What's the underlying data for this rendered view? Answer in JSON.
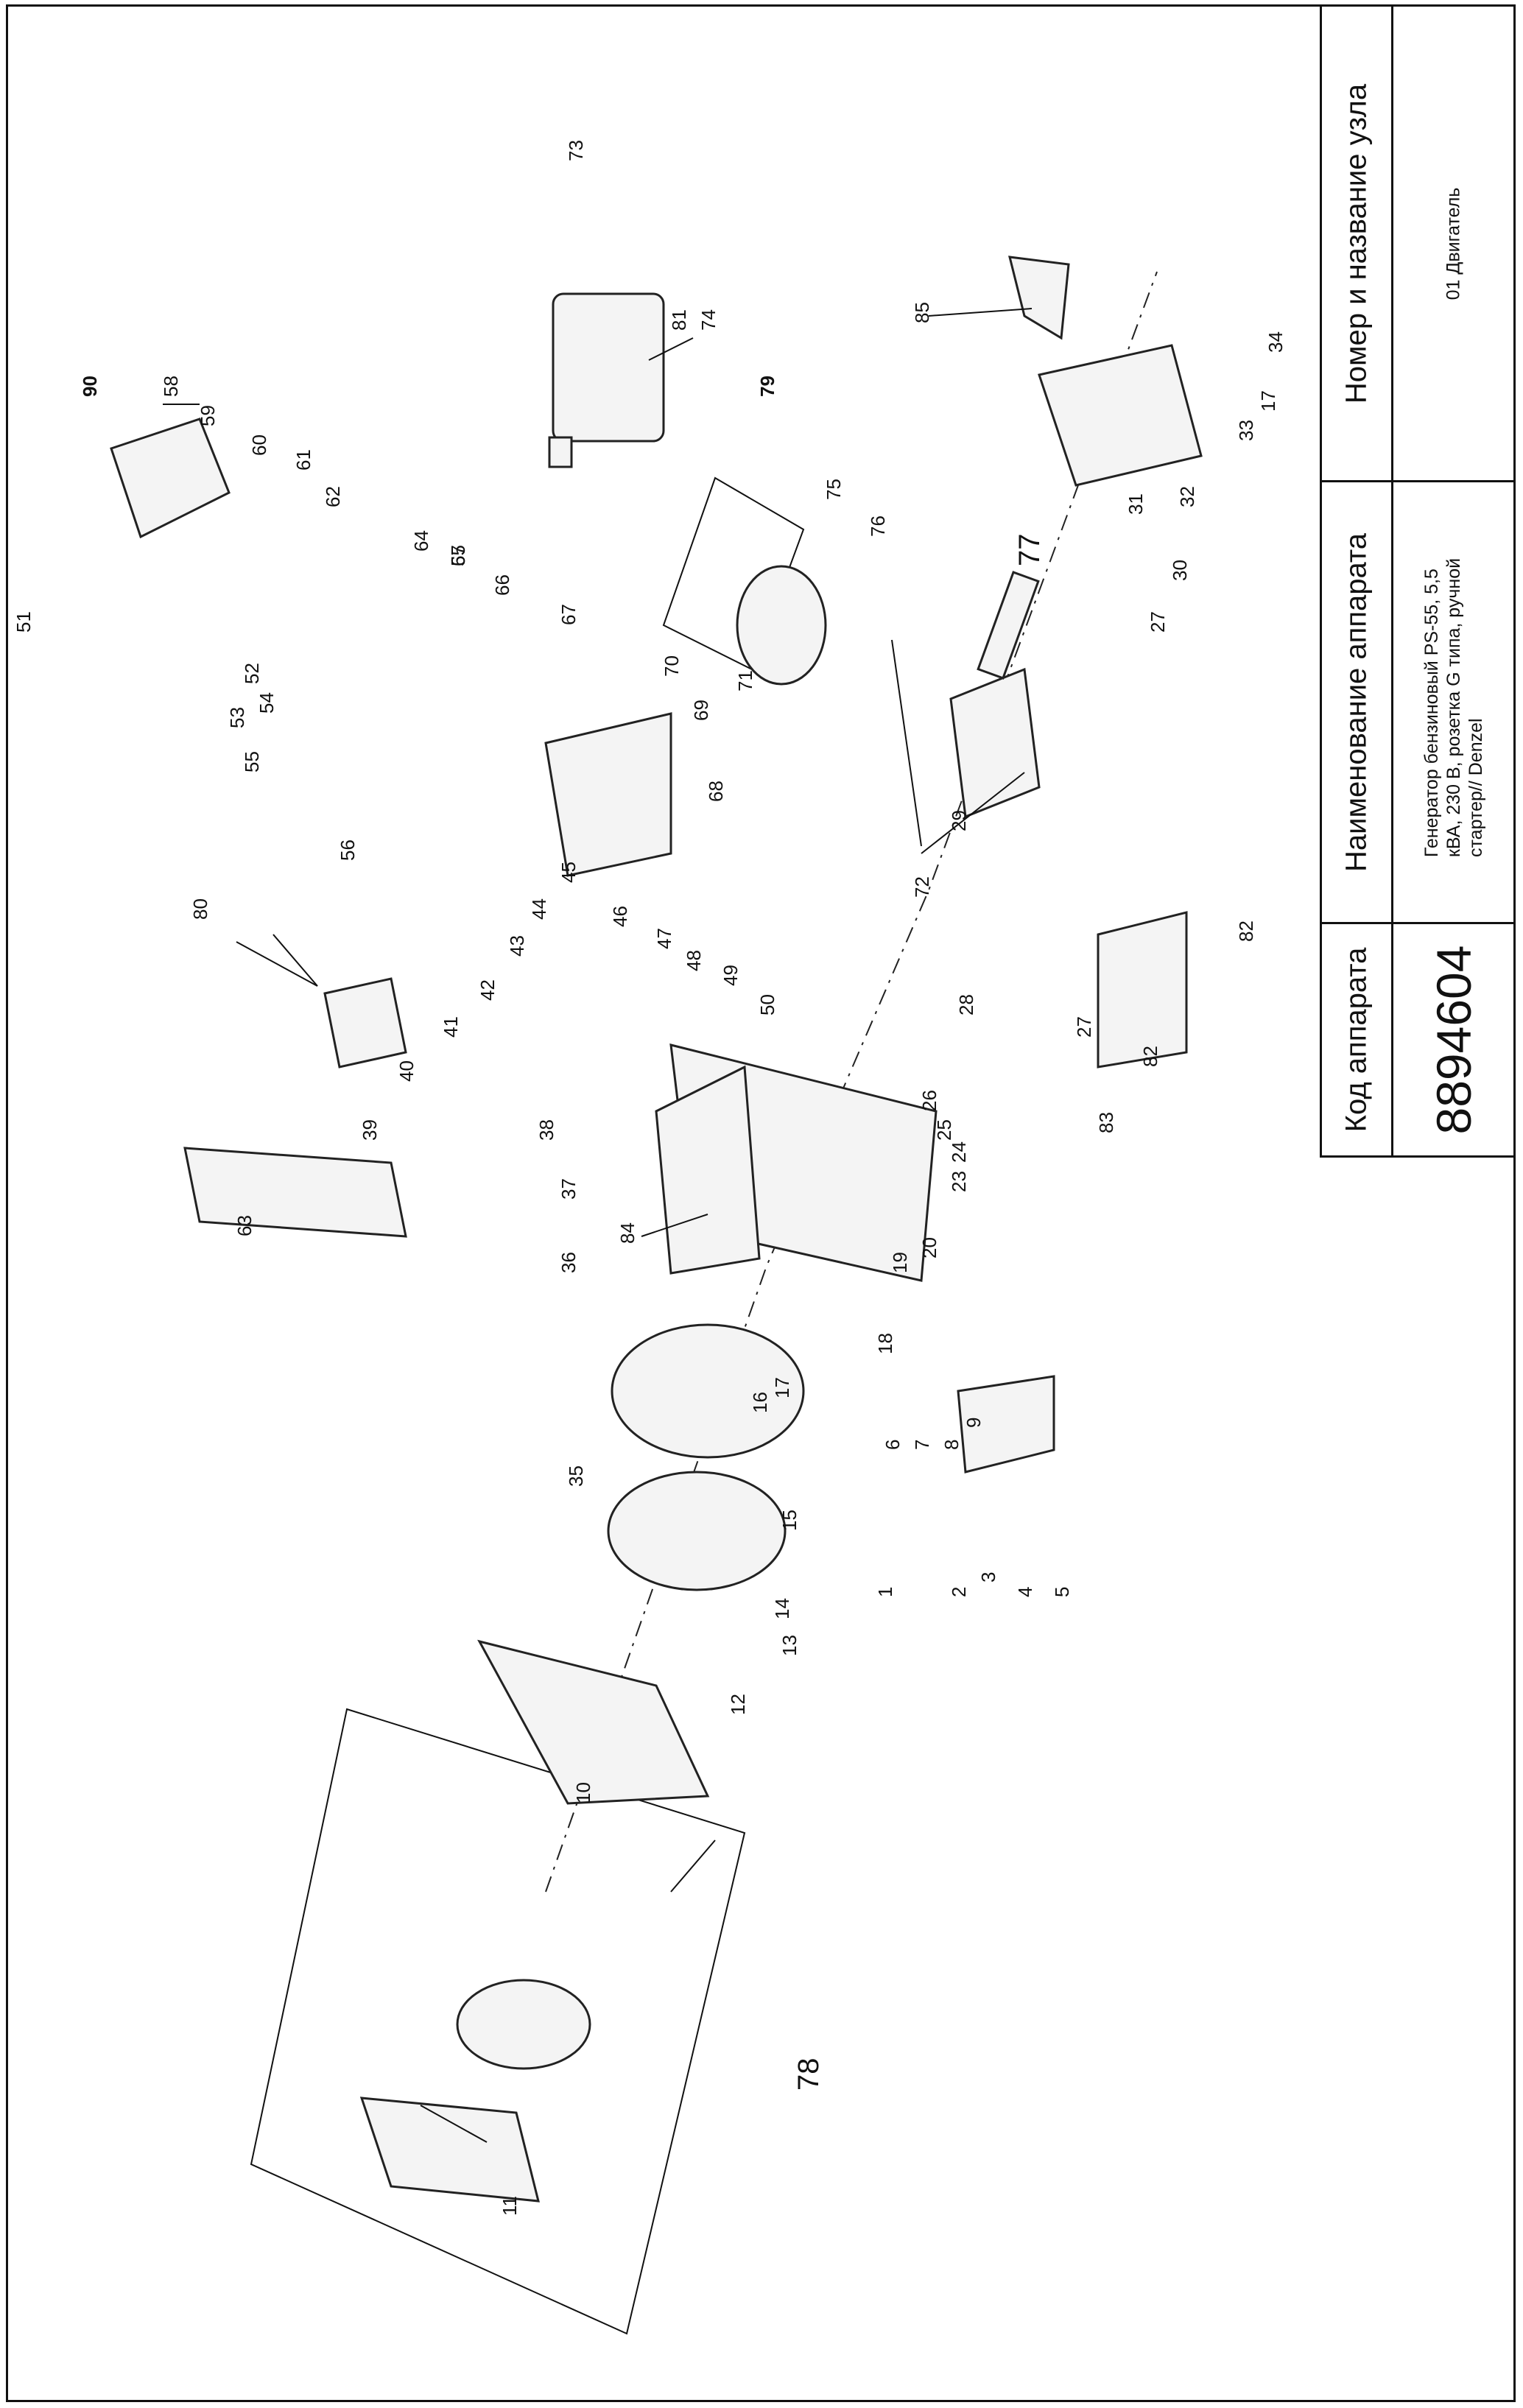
{
  "title_block": {
    "code_header": "Код аппарата",
    "code_value": "8894604",
    "device_header": "Наименование аппарата",
    "device_value": "Генератор бензиновый PS-55, 5,5 кВА, 230 В, розетка G типа, ручной стартер// Denzel",
    "assembly_header": "Номер и название узла",
    "assembly_value": "01 Двигатель"
  },
  "callouts": [
    "1",
    "2",
    "3",
    "4",
    "5",
    "6",
    "7",
    "8",
    "9",
    "10",
    "11",
    "12",
    "13",
    "14",
    "15",
    "16",
    "17",
    "17",
    "18",
    "19",
    "20",
    "23",
    "24",
    "25",
    "26",
    "27",
    "27",
    "28",
    "29",
    "30",
    "31",
    "32",
    "33",
    "34",
    "35",
    "36",
    "37",
    "38",
    "39",
    "40",
    "41",
    "42",
    "43",
    "44",
    "45",
    "46",
    "47",
    "48",
    "49",
    "50",
    "51",
    "52",
    "53",
    "54",
    "55",
    "56",
    "57",
    "58",
    "59",
    "60",
    "61",
    "62",
    "63",
    "64",
    "65",
    "66",
    "67",
    "68",
    "69",
    "70",
    "71",
    "72",
    "73",
    "74",
    "75",
    "76",
    "77",
    "78",
    "79",
    "80",
    "81",
    "82",
    "82",
    "83",
    "84",
    "85",
    "90"
  ]
}
